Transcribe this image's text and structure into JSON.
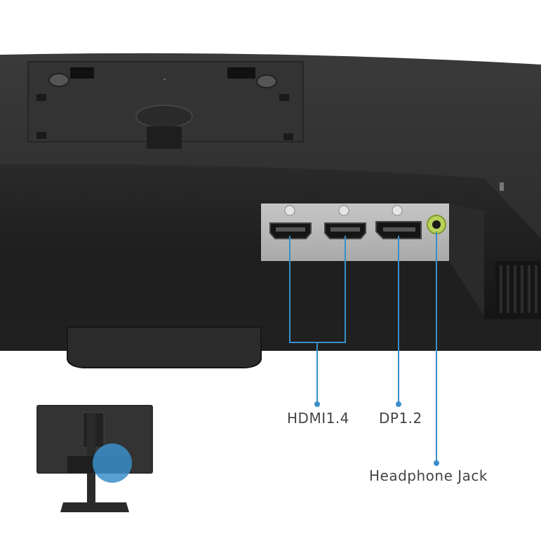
{
  "callouts": {
    "hdmi": "HDMI1.4",
    "dp": "DP1.2",
    "headphone": "Headphone Jack"
  },
  "colors": {
    "background": "#ffffff",
    "monitor_body": "#2f2f2f",
    "monitor_dark": "#1c1c1c",
    "port_panel": "#b9b9b9",
    "callout_line": "#3a8fc9",
    "headphone_ring": "#b9d35a",
    "highlight": "#3a8fc9",
    "label_text": "#444444"
  },
  "icons": {
    "hdmi_port_1": "hdmi-port-icon",
    "hdmi_port_2": "hdmi-port-icon",
    "dp_port": "displayport-port-icon",
    "headphone_port": "headphone-jack-icon"
  }
}
